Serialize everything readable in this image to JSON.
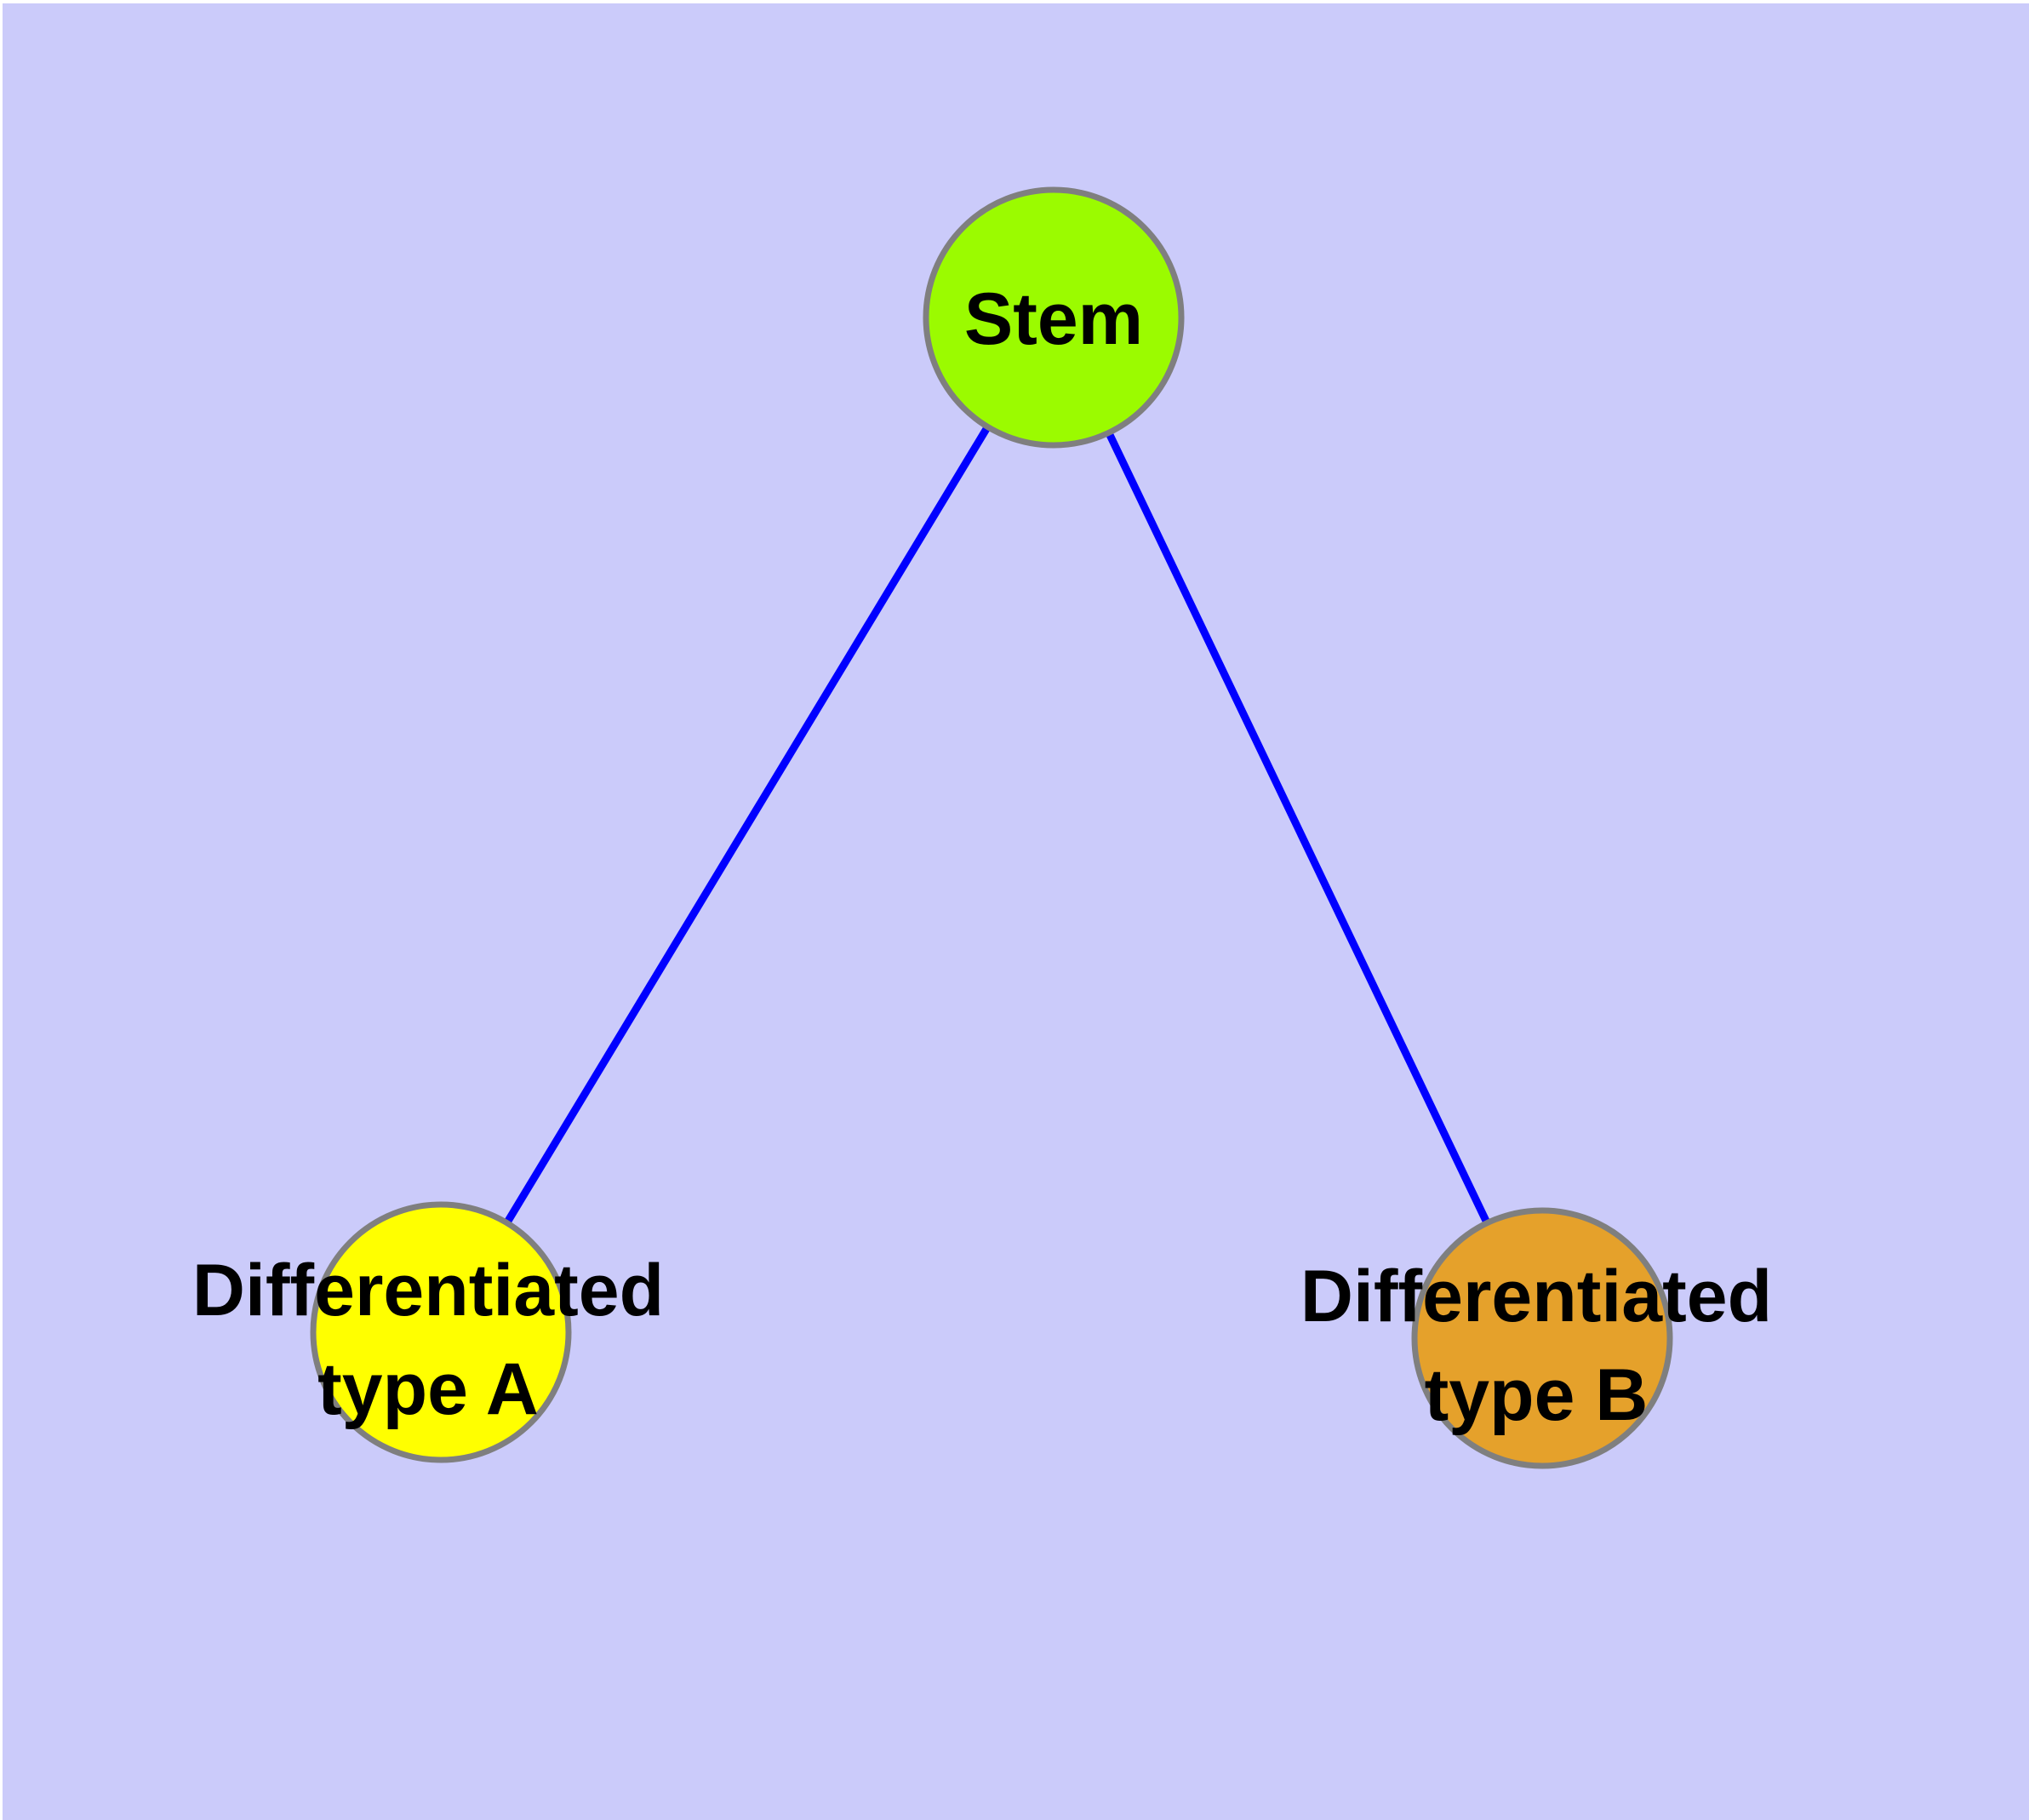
{
  "diagram": {
    "background_color": "#CBCBFA",
    "top_margin_color": "#FFFFFF",
    "edge_color": "#0000FF",
    "node_border_color": "#7F7F7F",
    "text_color": "#000000",
    "nodes": [
      {
        "id": "stem",
        "label": "Stem",
        "color": "#9BFB00"
      },
      {
        "id": "differentiated-type-a",
        "label_line1": "Differentiated",
        "label_line2": "type A",
        "color": "#FFFF00"
      },
      {
        "id": "differentiated-type-b",
        "label_line1": "Differentiated",
        "label_line2": "type B",
        "color": "#E5A12B"
      }
    ],
    "edges": [
      {
        "from": "stem",
        "to": "differentiated-type-a"
      },
      {
        "from": "stem",
        "to": "differentiated-type-b"
      }
    ]
  }
}
